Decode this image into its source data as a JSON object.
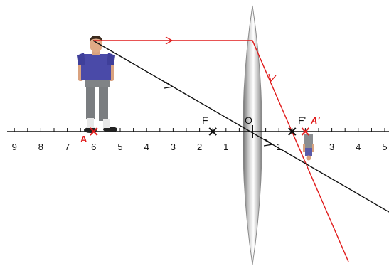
{
  "axis": {
    "tick_labels": [
      {
        "text": "9",
        "value": -9
      },
      {
        "text": "8",
        "value": -8
      },
      {
        "text": "7",
        "value": -7
      },
      {
        "text": "6",
        "value": -6
      },
      {
        "text": "5",
        "value": -5
      },
      {
        "text": "4",
        "value": -4
      },
      {
        "text": "3",
        "value": -3
      },
      {
        "text": "2",
        "value": -2
      },
      {
        "text": "1",
        "value": -1
      },
      {
        "text": "1",
        "value": 1
      },
      {
        "text": "2",
        "value": 2
      },
      {
        "text": "3",
        "value": 3
      },
      {
        "text": "4",
        "value": 4
      },
      {
        "text": "5",
        "value": 5
      }
    ]
  },
  "labels": {
    "focal_object": "F",
    "focal_image": "F'",
    "optical_center": "O",
    "object_point": "A",
    "image_point": "A'"
  },
  "points": {
    "object_A": -6,
    "focal_F": -1.5,
    "focal_F_prime": 1.5,
    "image_A_prime": 2
  },
  "colors": {
    "ray_red": "#e01a1a",
    "ray_black": "#111111",
    "marker_red": "#e01a1a",
    "axis": "#111111"
  },
  "icons": {
    "object": "standing-person-icon",
    "image": "inverted-person-icon",
    "lens": "converging-lens-icon"
  }
}
